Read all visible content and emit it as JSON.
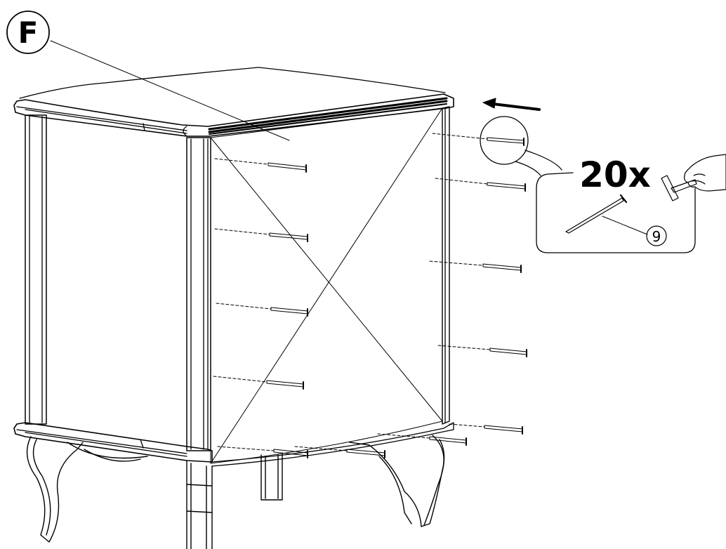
{
  "step": {
    "label": "F"
  },
  "callout": {
    "quantity": "20x",
    "part_number": "9"
  },
  "icons": {
    "hammer": "hammer-icon",
    "direction": "arrow-left-icon",
    "nail": "nail-icon"
  },
  "colors": {
    "line": "#000000",
    "background": "#ffffff"
  }
}
